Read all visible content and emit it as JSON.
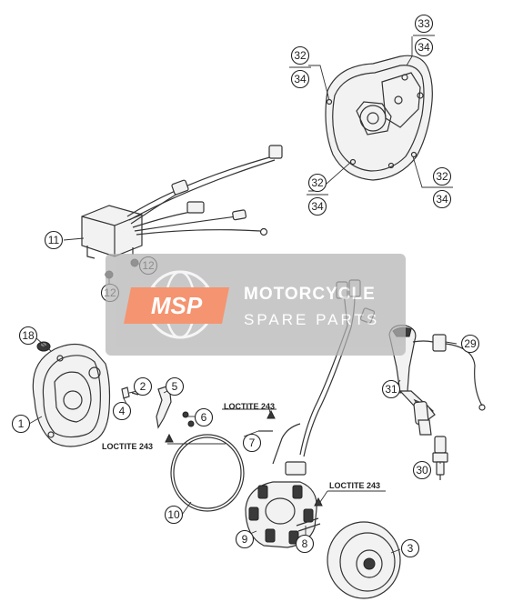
{
  "callouts": {
    "c1": "1",
    "c2": "2",
    "c3": "3",
    "c4": "4",
    "c5": "5",
    "c6": "6",
    "c7": "7",
    "c8": "8",
    "c9": "9",
    "c10": "10",
    "c11": "11",
    "c12a": "12",
    "c12b": "12",
    "c18": "18",
    "c29": "29",
    "c30": "30",
    "c31": "31",
    "c32a": "32",
    "c32b": "32",
    "c32c": "32",
    "c33": "33",
    "c34a": "34",
    "c34b": "34",
    "c34c": "34",
    "c34d": "34"
  },
  "loctite": {
    "left": "LOCTITE 243",
    "mid": "LOCTITE 243",
    "right": "LOCTITE 243"
  },
  "watermark": {
    "logo": "MSP",
    "line1": "MOTORCYCLE",
    "line2": "SPARE PARTS"
  },
  "colors": {
    "watermark_band": "#b4b4b4",
    "logo_orange": "#f26b3a",
    "line": "#333333"
  }
}
